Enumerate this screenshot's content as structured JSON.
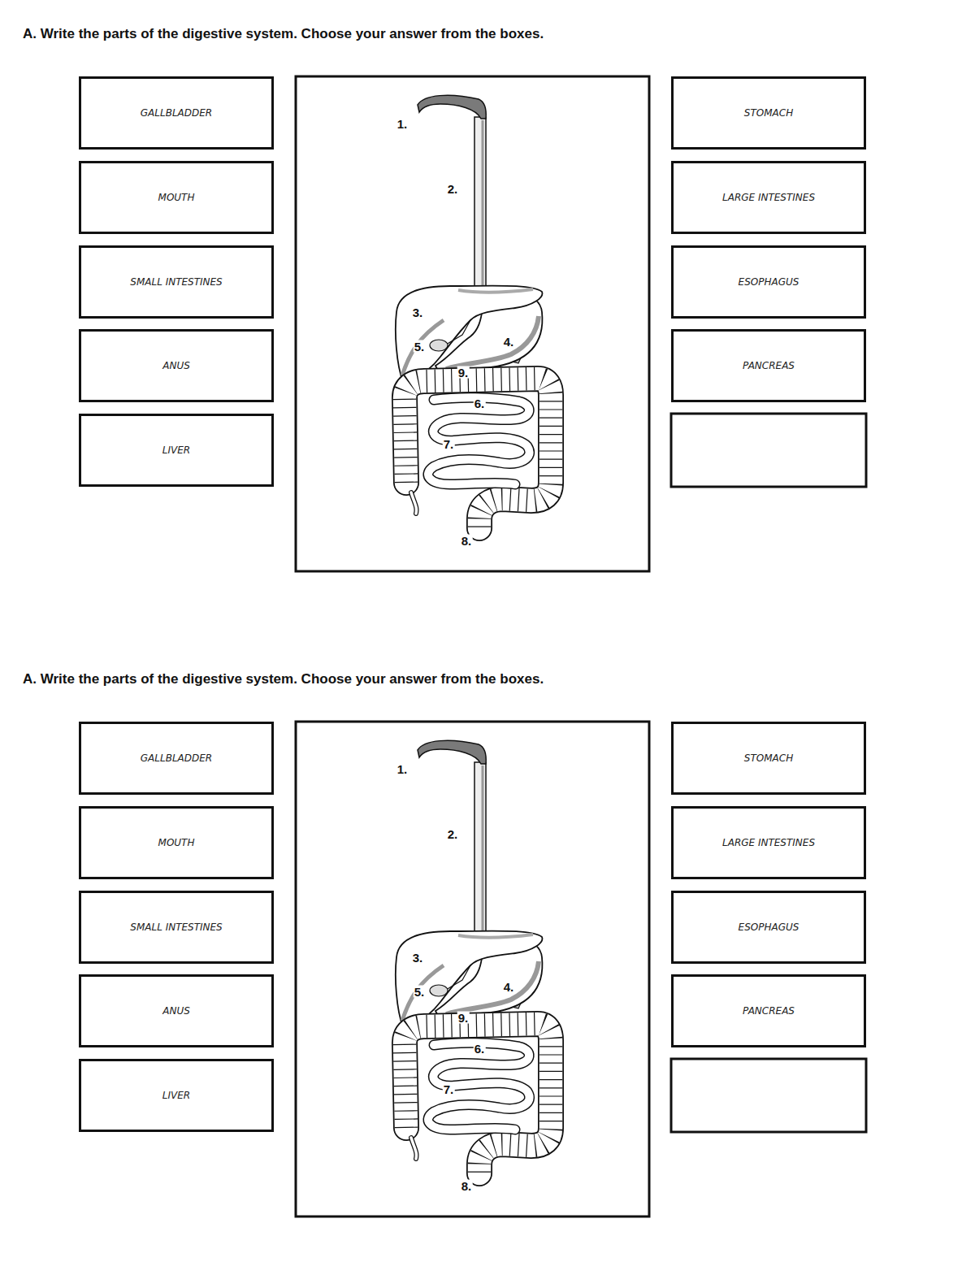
{
  "diagram": {
    "title": "A. Write the parts of the digestive system. Choose your answer from the boxes.",
    "nodes": [
      {
        "text": [
          "GALLBLADDER"
        ]
      },
      {
        "text": [
          "STOMACH"
        ]
      },
      {
        "text": [
          "MOUTH"
        ]
      },
      {
        "text": [
          "LARGE INTESTINES"
        ]
      },
      {
        "text": [
          "SMALL INTESTINES"
        ]
      },
      {
        "text": [
          "ESOPHAGUS"
        ]
      },
      {
        "text": [
          "ANUS"
        ]
      },
      {
        "text": [
          "PANCREAS"
        ]
      },
      {
        "text": [
          "LIVER"
        ]
      },
      {
        "text": [
          "GALLBLADDER"
        ]
      },
      {
        "text": [
          "STOMACH"
        ]
      },
      {
        "text": [
          "MOUTH"
        ]
      },
      {
        "text": [
          "LARGE INTESTINES"
        ]
      },
      {
        "text": [
          "SMALL INTESTINES"
        ]
      },
      {
        "text": [
          "ESOPHAGUS"
        ]
      },
      {
        "text": [
          "ANUS"
        ]
      },
      {
        "text": [
          "PANCREAS"
        ]
      },
      {
        "text": [
          "LIVER"
        ]
      }
    ],
    "labels": [
      "A. Write the parts of the digestive system. Choose your answer from the boxes.",
      "1.",
      "2.",
      "3.",
      "4.",
      "5.",
      "9.",
      "6.",
      "7.",
      "8.",
      "1.",
      "2.",
      "3.",
      "4.",
      "5.",
      "9.",
      "6.",
      "7.",
      "8."
    ]
  }
}
